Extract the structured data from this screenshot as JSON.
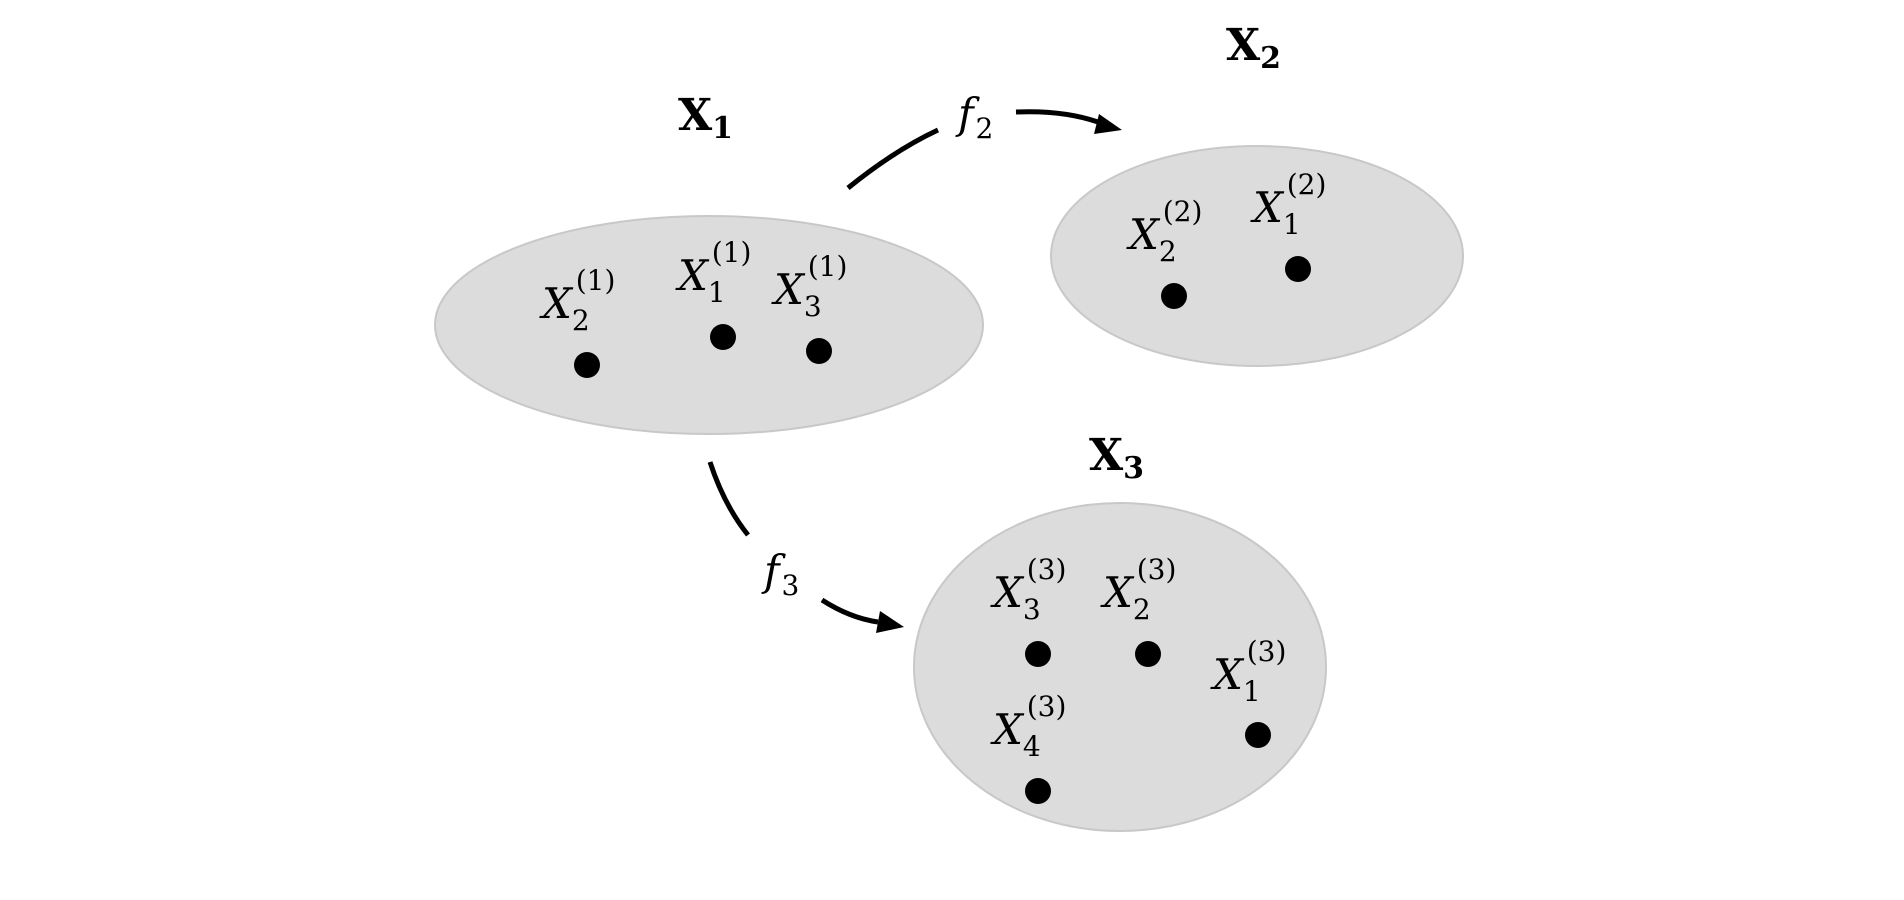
{
  "sets": {
    "x1": {
      "title": "X",
      "title_index": "1",
      "points": [
        {
          "symbol": "X",
          "sub": "2",
          "sup": "(1)"
        },
        {
          "symbol": "X",
          "sub": "1",
          "sup": "(1)"
        },
        {
          "symbol": "X",
          "sub": "3",
          "sup": "(1)"
        }
      ]
    },
    "x2": {
      "title": "X",
      "title_index": "2",
      "points": [
        {
          "symbol": "X",
          "sub": "2",
          "sup": "(2)"
        },
        {
          "symbol": "X",
          "sub": "1",
          "sup": "(2)"
        }
      ]
    },
    "x3": {
      "title": "X",
      "title_index": "3",
      "points": [
        {
          "symbol": "X",
          "sub": "3",
          "sup": "(3)"
        },
        {
          "symbol": "X",
          "sub": "2",
          "sup": "(3)"
        },
        {
          "symbol": "X",
          "sub": "1",
          "sup": "(3)"
        },
        {
          "symbol": "X",
          "sub": "4",
          "sup": "(3)"
        }
      ]
    }
  },
  "maps": {
    "f2": {
      "symbol": "f",
      "sub": "2"
    },
    "f3": {
      "symbol": "f",
      "sub": "3"
    }
  },
  "colors": {
    "set_fill": "#dcdcdc",
    "set_stroke": "#c8c8c8",
    "ink": "#000000"
  }
}
